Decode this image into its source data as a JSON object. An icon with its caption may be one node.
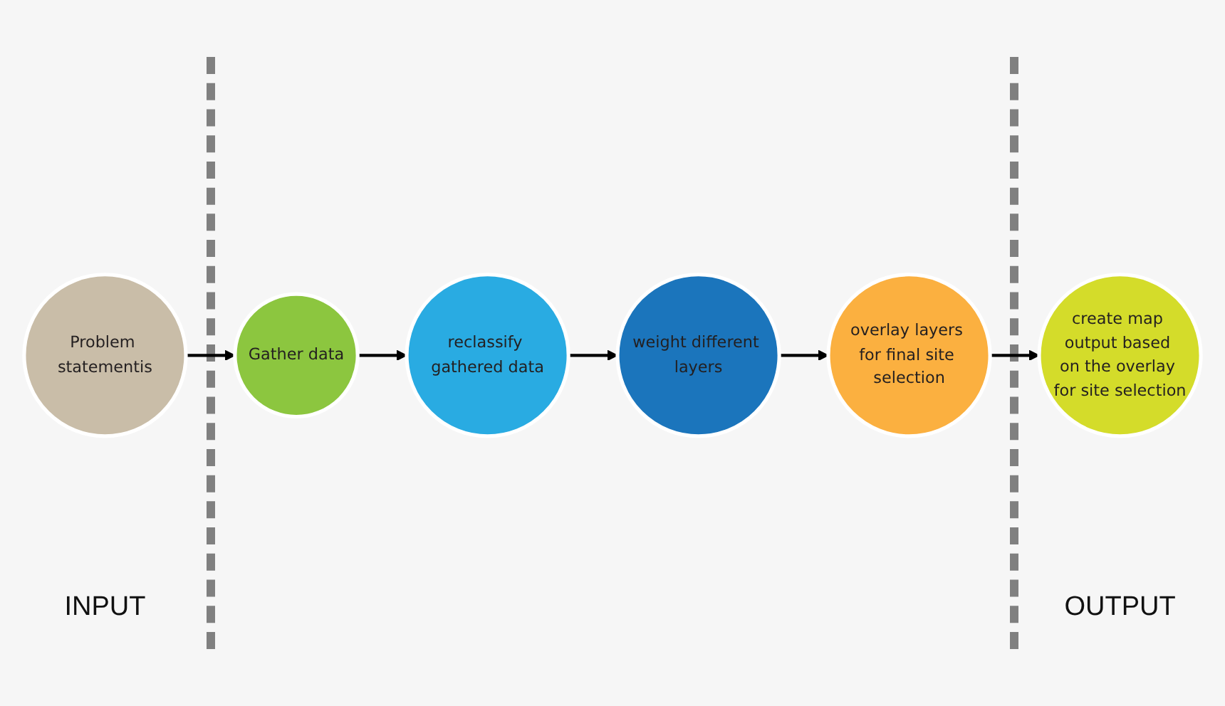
{
  "diagram": {
    "nodes": [
      {
        "text": [
          "Problem statementis"
        ]
      },
      {
        "text": [
          "Gather data"
        ]
      },
      {
        "text": [
          "reclassify gathered data"
        ]
      },
      {
        "text": [
          "weight different layers"
        ]
      },
      {
        "text": [
          "overlay layers for final site selection"
        ]
      },
      {
        "text": [
          "create map output based on the overlay for site selection"
        ]
      }
    ],
    "edges": [
      {
        "from": 0,
        "to": 1,
        "arrow": "to"
      },
      {
        "from": 1,
        "to": 2,
        "arrow": "to"
      },
      {
        "from": 2,
        "to": 3,
        "arrow": "to"
      },
      {
        "from": 3,
        "to": 4,
        "arrow": "to"
      },
      {
        "from": 4,
        "to": 5,
        "arrow": "to"
      }
    ],
    "labels": [
      "INPUT",
      "OUTPUT"
    ]
  }
}
